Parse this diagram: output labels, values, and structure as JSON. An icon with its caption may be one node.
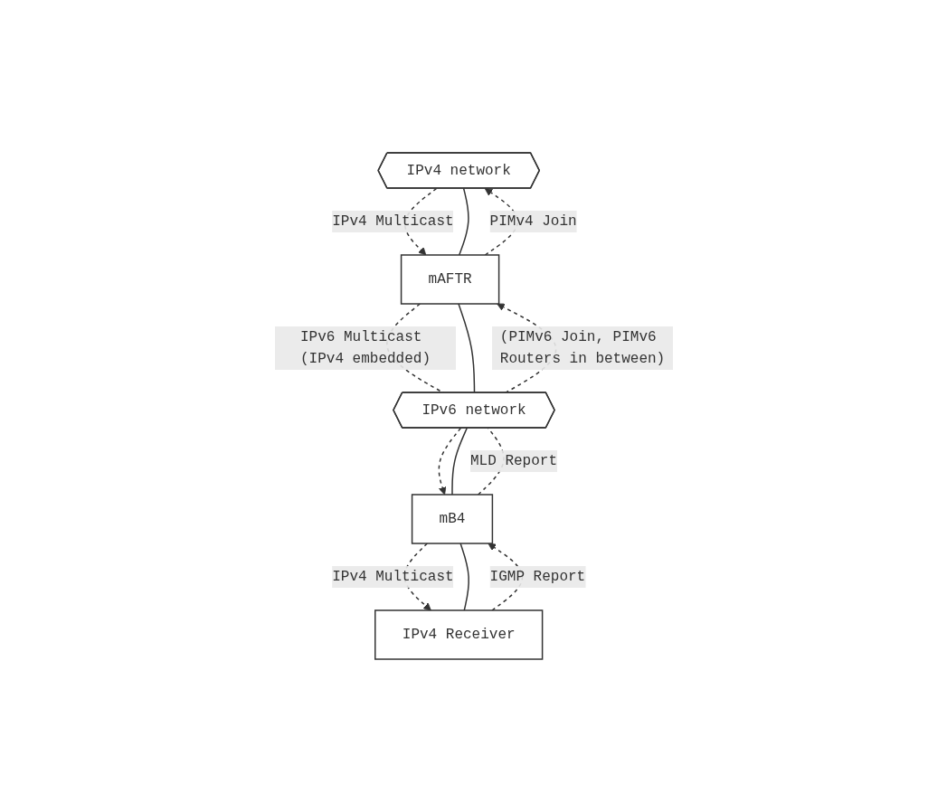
{
  "diagram": {
    "nodes": [
      {
        "text": [
          "IPv4 network"
        ]
      },
      {
        "text": [
          "mAFTR"
        ]
      },
      {
        "text": [
          "IPv6 network"
        ]
      },
      {
        "text": [
          "mB4"
        ]
      },
      {
        "text": [
          "IPv4 Receiver"
        ]
      }
    ],
    "edges": [
      {
        "from": 0,
        "to": 1,
        "arrow": "to",
        "style": "dashed",
        "label": "IPv4 Multicast"
      },
      {
        "from": 0,
        "to": 1,
        "arrow": "none"
      },
      {
        "from": 1,
        "to": 0,
        "arrow": "to",
        "style": "dashed",
        "label": "PIMv4 Join"
      },
      {
        "from": 1,
        "to": 2,
        "arrow": "none",
        "style": "dashed",
        "label": "IPv6 Multicast (IPv4 embedded)"
      },
      {
        "from": 1,
        "to": 2,
        "arrow": "none"
      },
      {
        "from": 2,
        "to": 1,
        "arrow": "to",
        "style": "dashed",
        "label": "(PIMv6 Join, PIMv6 Routers in between)"
      },
      {
        "from": 2,
        "to": 3,
        "arrow": "to",
        "style": "dashed"
      },
      {
        "from": 2,
        "to": 3,
        "arrow": "none"
      },
      {
        "from": 3,
        "to": 2,
        "arrow": "none",
        "style": "dashed",
        "label": "MLD Report"
      },
      {
        "from": 3,
        "to": 4,
        "arrow": "to",
        "style": "dashed",
        "label": "IPv4 Multicast"
      },
      {
        "from": 3,
        "to": 4,
        "arrow": "none"
      },
      {
        "from": 4,
        "to": 3,
        "arrow": "to",
        "style": "dashed",
        "label": "IGMP Report"
      }
    ]
  }
}
